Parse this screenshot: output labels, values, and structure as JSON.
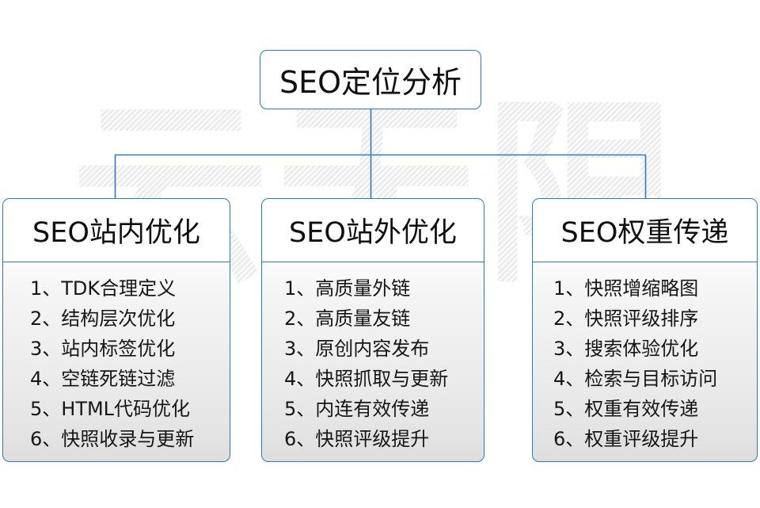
{
  "diagram": {
    "title": "SEO定位分析",
    "watermark": "云无限",
    "accent_color": "#2a7cc7",
    "text_color": "#101010",
    "background_color": "#ffffff",
    "root": {
      "label": "SEO定位分析"
    },
    "columns": [
      {
        "header": "SEO站内优化",
        "items": [
          "1、TDK合理定义",
          "2、结构层次优化",
          "3、站内标签优化",
          "4、空链死链过滤",
          "5、HTML代码优化",
          "6、快照收录与更新"
        ]
      },
      {
        "header": "SEO站外优化",
        "items": [
          "1、高质量外链",
          "2、高质量友链",
          "3、原创内容发布",
          "4、快照抓取与更新",
          "5、内连有效传递",
          "6、快照评级提升"
        ]
      },
      {
        "header": "SEO权重传递",
        "items": [
          "1、快照增缩略图",
          "2、快照评级排序",
          "3、搜索体验优化",
          "4、检索与目标访问",
          "5、权重有效传递",
          "6、权重评级提升"
        ]
      }
    ]
  }
}
